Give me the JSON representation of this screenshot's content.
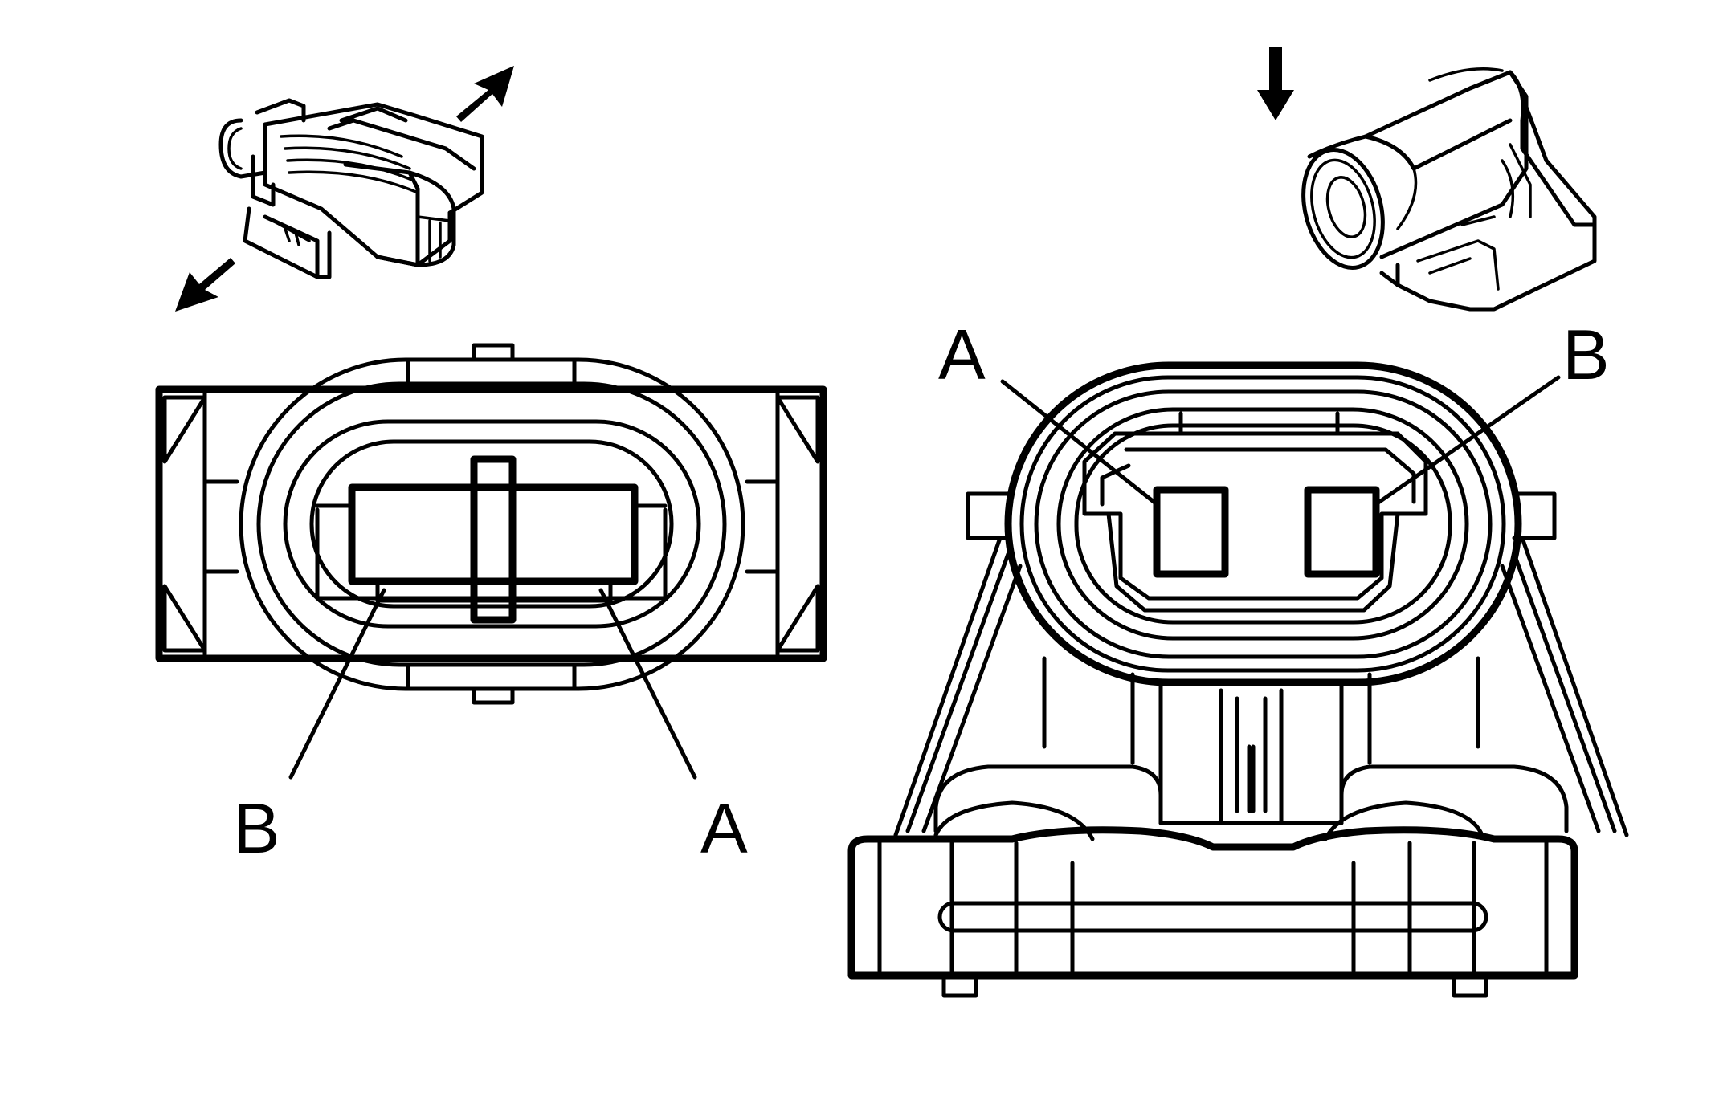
{
  "left_connector": {
    "pin_a_label": "A",
    "pin_b_label": "B"
  },
  "right_connector": {
    "pin_a_label": "A",
    "pin_b_label": "B"
  },
  "icons": {
    "left_thumbnail": "harness-connector-perspective-icon",
    "right_thumbnail": "component-connector-perspective-icon",
    "arrows": [
      "disconnect-arrow-up-right",
      "disconnect-arrow-down-left",
      "insert-arrow-down"
    ]
  },
  "colors": {
    "line": "#000000",
    "background": "#ffffff"
  }
}
